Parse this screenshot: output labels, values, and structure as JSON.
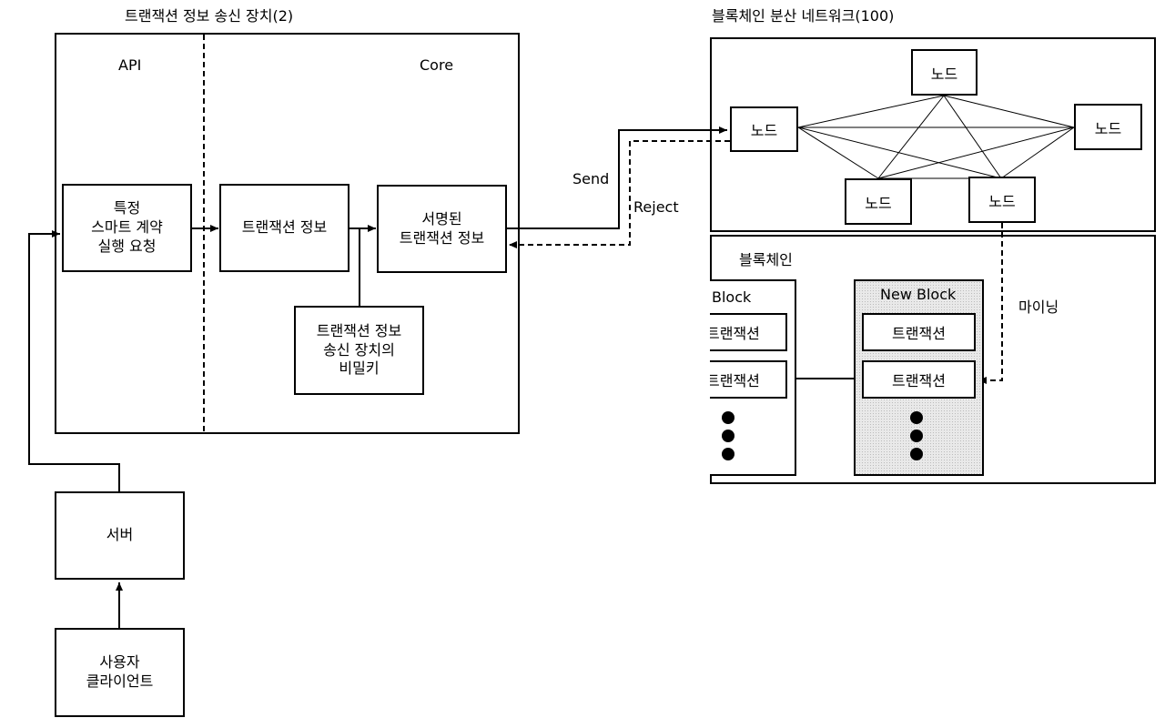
{
  "titles": {
    "device": "트랜잭션 정보 송신 장치(2)",
    "network": "블록체인 분산 네트워크(100)"
  },
  "device": {
    "api_label": "API",
    "core_label": "Core",
    "request": "특정\n스마트 계약\n실행 요청",
    "tx_info": "트랜잭션 정보",
    "signed_tx": "서명된\n트랜잭션 정보",
    "private_key": "트랜잭션 정보\n송신 장치의\n비밀키"
  },
  "server": "서버",
  "client": "사용자\n클라이언트",
  "arrows": {
    "send": "Send",
    "reject": "Reject",
    "mining": "마이닝"
  },
  "nodes": [
    "노드",
    "노드",
    "노드",
    "노드",
    "노드"
  ],
  "blockchain": {
    "label": "블록체인",
    "block_label": "Block",
    "block_txs": [
      "트랜잭션",
      "트랜잭션"
    ],
    "new_block_label": "New Block",
    "new_block_txs": [
      "트랜잭션",
      "트랜잭션"
    ]
  }
}
